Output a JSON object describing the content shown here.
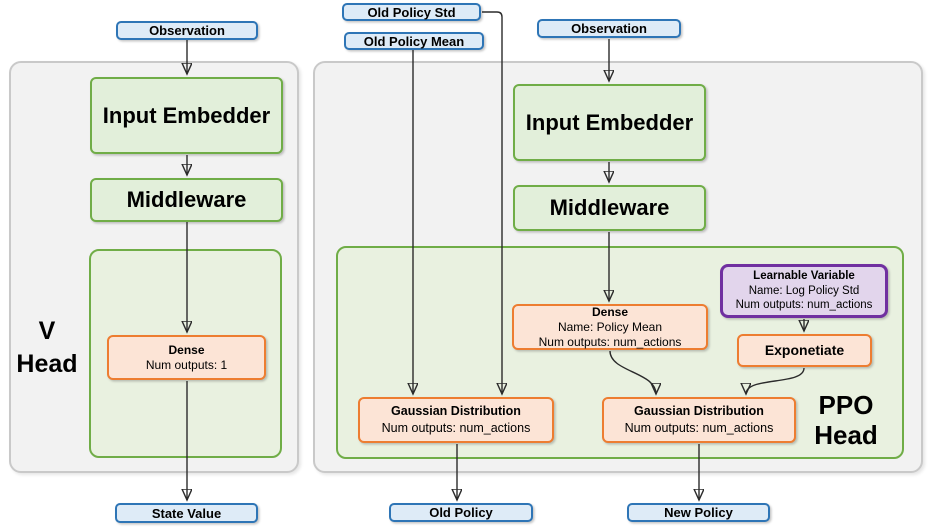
{
  "colors": {
    "blue_fill": "#DEEBF7",
    "blue_border": "#2E75B6",
    "green_fill": "#E2EFDA",
    "green_border": "#70AD47",
    "green_container_fill": "#E9F1E0",
    "orange_fill": "#FCE4D6",
    "orange_border": "#ED7D31",
    "purple_fill": "#E2D5EC",
    "purple_border": "#7030A0",
    "gray_container_fill": "#F2F2F2",
    "gray_container_border": "#C9C9C9",
    "arrow": "#2b2b2b"
  },
  "v_head": {
    "title_line1": "V",
    "title_line2": "Head",
    "observation": "Observation",
    "input_embedder": "Input Embedder",
    "middleware": "Middleware",
    "dense_title": "Dense",
    "dense_outputs": "Num outputs: 1",
    "state_value": "State Value"
  },
  "ppo_head": {
    "title_line1": "PPO",
    "title_line2": "Head",
    "old_policy_std": "Old Policy Std",
    "old_policy_mean": "Old Policy Mean",
    "observation": "Observation",
    "input_embedder": "Input Embedder",
    "middleware": "Middleware",
    "dense_title": "Dense",
    "dense_name": "Name: Policy Mean",
    "dense_outputs": "Num outputs: num_actions",
    "learnable_title": "Learnable Variable",
    "learnable_name": "Name: Log Policy Std",
    "learnable_outputs": "Num outputs: num_actions",
    "exponetiate": "Exponetiate",
    "gaussian_old_title": "Gaussian Distribution",
    "gaussian_old_outputs": "Num outputs: num_actions",
    "gaussian_new_title": "Gaussian Distribution",
    "gaussian_new_outputs": "Num outputs: num_actions",
    "old_policy": "Old Policy",
    "new_policy": "New Policy"
  }
}
